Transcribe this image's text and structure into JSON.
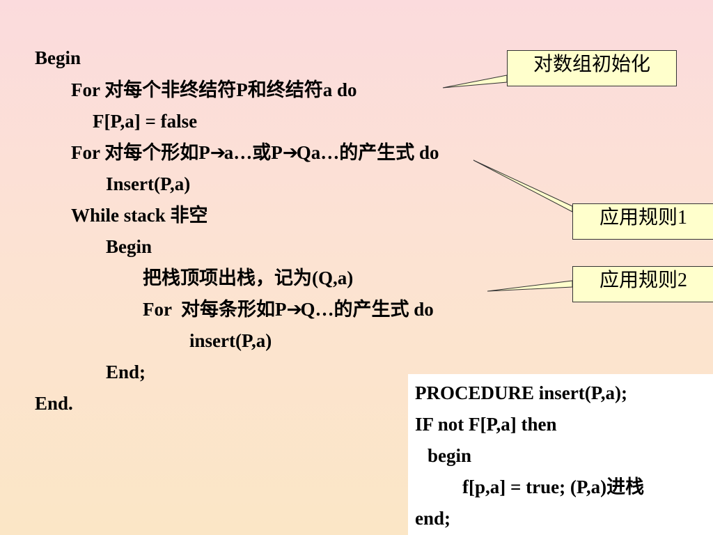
{
  "algorithm": {
    "lines": [
      "Begin",
      "For 对每个非终结符P和终结符a do",
      "F[P,a] = false",
      "For 对每个形如P",
      "a…或P",
      "Qa…的产生式 do",
      "Insert(P,a)",
      "While stack 非空",
      "Begin",
      "把栈顶项出栈，记为(Q,a)",
      "For  对每条形如P",
      "Q…的产生式 do",
      "insert(P,a)",
      "End;",
      "End."
    ],
    "arrow_glyph": "➔"
  },
  "callouts": {
    "init": "对数组初始化",
    "rule1": "应用规则1",
    "rule2": "应用规则2"
  },
  "procedure": {
    "lines": [
      "PROCEDURE insert(P,a);",
      "IF not F[P,a] then",
      "begin",
      "f[p,a] = true; (P,a)进栈",
      "end;"
    ]
  },
  "colors": {
    "background_top": "#fbdbdd",
    "background_bottom": "#fbe6c6",
    "callout_fill": "#ffffcc",
    "procedure_fill": "#ffffff"
  }
}
